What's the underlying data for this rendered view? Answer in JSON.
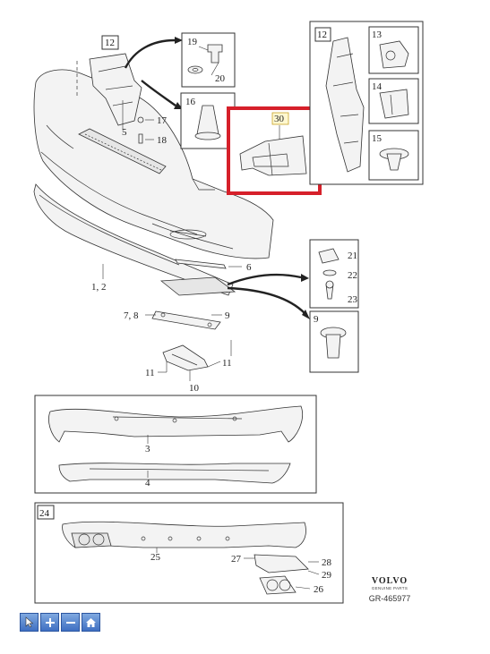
{
  "labels": {
    "p1_2": "1, 2",
    "p3": "3",
    "p4": "4",
    "p5": "5",
    "p6": "6",
    "p7_8": "7, 8",
    "p9": "9",
    "p9b": "9",
    "p10": "10",
    "p11a": "11",
    "p11b": "11",
    "p12": "12",
    "p12b": "12",
    "p13": "13",
    "p14": "14",
    "p15": "15",
    "p16": "16",
    "p17": "17",
    "p18": "18",
    "p19": "19",
    "p20": "20",
    "p21": "21",
    "p22": "22",
    "p23": "23",
    "p24": "24",
    "p25": "25",
    "p26": "26",
    "p27": "27",
    "p28": "28",
    "p29": "29",
    "p30": "30"
  },
  "brand": {
    "logo": "VOLVO",
    "sub": "GENUINE PARTS",
    "code": "GR-465977"
  },
  "highlight_color": "#d6202a",
  "toolbar": {
    "buttons": [
      "pointer-icon",
      "zoom-in-icon",
      "zoom-out-icon",
      "home-icon"
    ]
  }
}
